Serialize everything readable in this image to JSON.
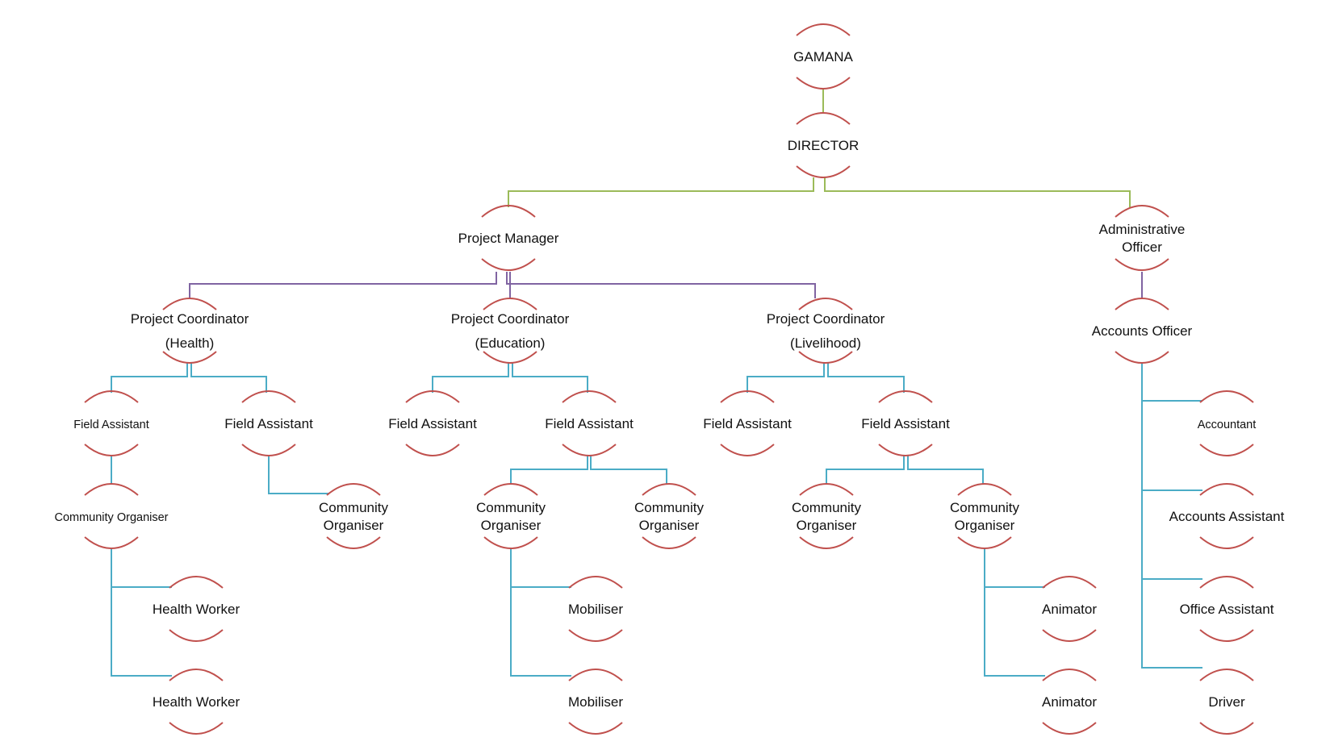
{
  "chart": {
    "colors": {
      "node_arc": "#c0504d",
      "level1_connector": "#9bbb59",
      "level2_connector": "#8064a2",
      "level3_connector": "#4bacc6",
      "text": "#111111"
    },
    "nodes": {
      "gamana": "GAMANA",
      "director": "DIRECTOR",
      "project_manager": "Project Manager",
      "admin_officer": [
        "Administrative",
        "Officer"
      ],
      "pc_health": [
        "Project Coordinator",
        "(Health)"
      ],
      "pc_education": [
        "Project Coordinator",
        "(Education)"
      ],
      "pc_livelihood": [
        "Project Coordinator",
        "(Livelihood)"
      ],
      "accounts_officer": "Accounts Officer",
      "fa_h1": "Field Assistant",
      "fa_h2": "Field Assistant",
      "fa_e1": "Field Assistant",
      "fa_e2": "Field Assistant",
      "fa_l1": "Field Assistant",
      "fa_l2": "Field Assistant",
      "co_h1": "Community Organiser",
      "co_h2": [
        "Community",
        "Organiser"
      ],
      "co_e1": [
        "Community",
        "Organiser"
      ],
      "co_e2": [
        "Community",
        "Organiser"
      ],
      "co_l1": [
        "Community",
        "Organiser"
      ],
      "co_l2": [
        "Community",
        "Organiser"
      ],
      "hw_1": "Health Worker",
      "hw_2": "Health Worker",
      "mob_1": "Mobiliser",
      "mob_2": "Mobiliser",
      "anim_1": "Animator",
      "anim_2": "Animator",
      "accountant": "Accountant",
      "accounts_assistant": "Accounts Assistant",
      "office_assistant": "Office Assistant",
      "driver": "Driver"
    }
  }
}
